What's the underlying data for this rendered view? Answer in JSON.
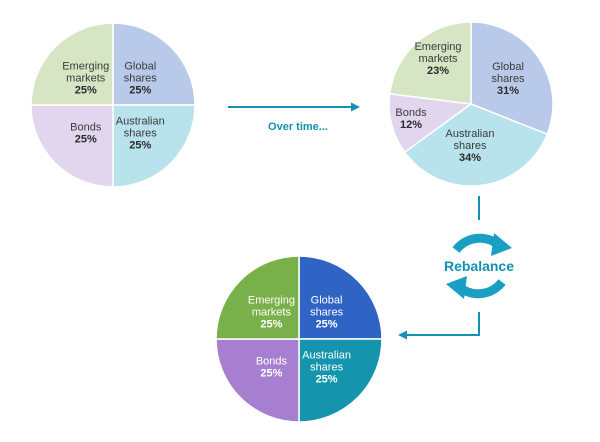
{
  "colors": {
    "emerging_light": "#d6e6c4",
    "global_light": "#b9c9e9",
    "bonds_light": "#e2d6ef",
    "australian_light": "#b8e2ec",
    "emerging": "#7ab04a",
    "global": "#2f63c4",
    "bonds": "#a77fd0",
    "australian": "#1594ad",
    "accent": "#1490b0"
  },
  "flow": {
    "over_time_label": "Over time...",
    "rebalance_label": "Rebalance"
  },
  "chart_data": [
    {
      "type": "pie",
      "slices": [
        {
          "lines": [
            "Global",
            "shares"
          ],
          "value": 25,
          "percent": "25%",
          "color_key": "global_light"
        },
        {
          "lines": [
            "Australian",
            "shares"
          ],
          "value": 25,
          "percent": "25%",
          "color_key": "australian_light"
        },
        {
          "lines": [
            "Bonds"
          ],
          "value": 25,
          "percent": "25%",
          "color_key": "bonds_light"
        },
        {
          "lines": [
            "Emerging",
            "markets"
          ],
          "value": 25,
          "percent": "25%",
          "color_key": "emerging_light"
        }
      ]
    },
    {
      "type": "pie",
      "slices": [
        {
          "lines": [
            "Global",
            "shares"
          ],
          "value": 31,
          "percent": "31%",
          "color_key": "global_light"
        },
        {
          "lines": [
            "Australian",
            "shares"
          ],
          "value": 34,
          "percent": "34%",
          "color_key": "australian_light"
        },
        {
          "lines": [
            "Bonds"
          ],
          "value": 12,
          "percent": "12%",
          "color_key": "bonds_light"
        },
        {
          "lines": [
            "Emerging",
            "markets"
          ],
          "value": 23,
          "percent": "23%",
          "color_key": "emerging_light"
        }
      ]
    },
    {
      "type": "pie",
      "slices": [
        {
          "lines": [
            "Global",
            "shares"
          ],
          "value": 25,
          "percent": "25%",
          "color_key": "global"
        },
        {
          "lines": [
            "Australian",
            "shares"
          ],
          "value": 25,
          "percent": "25%",
          "color_key": "australian"
        },
        {
          "lines": [
            "Bonds"
          ],
          "value": 25,
          "percent": "25%",
          "color_key": "bonds"
        },
        {
          "lines": [
            "Emerging",
            "markets"
          ],
          "value": 25,
          "percent": "25%",
          "color_key": "emerging"
        }
      ]
    }
  ]
}
